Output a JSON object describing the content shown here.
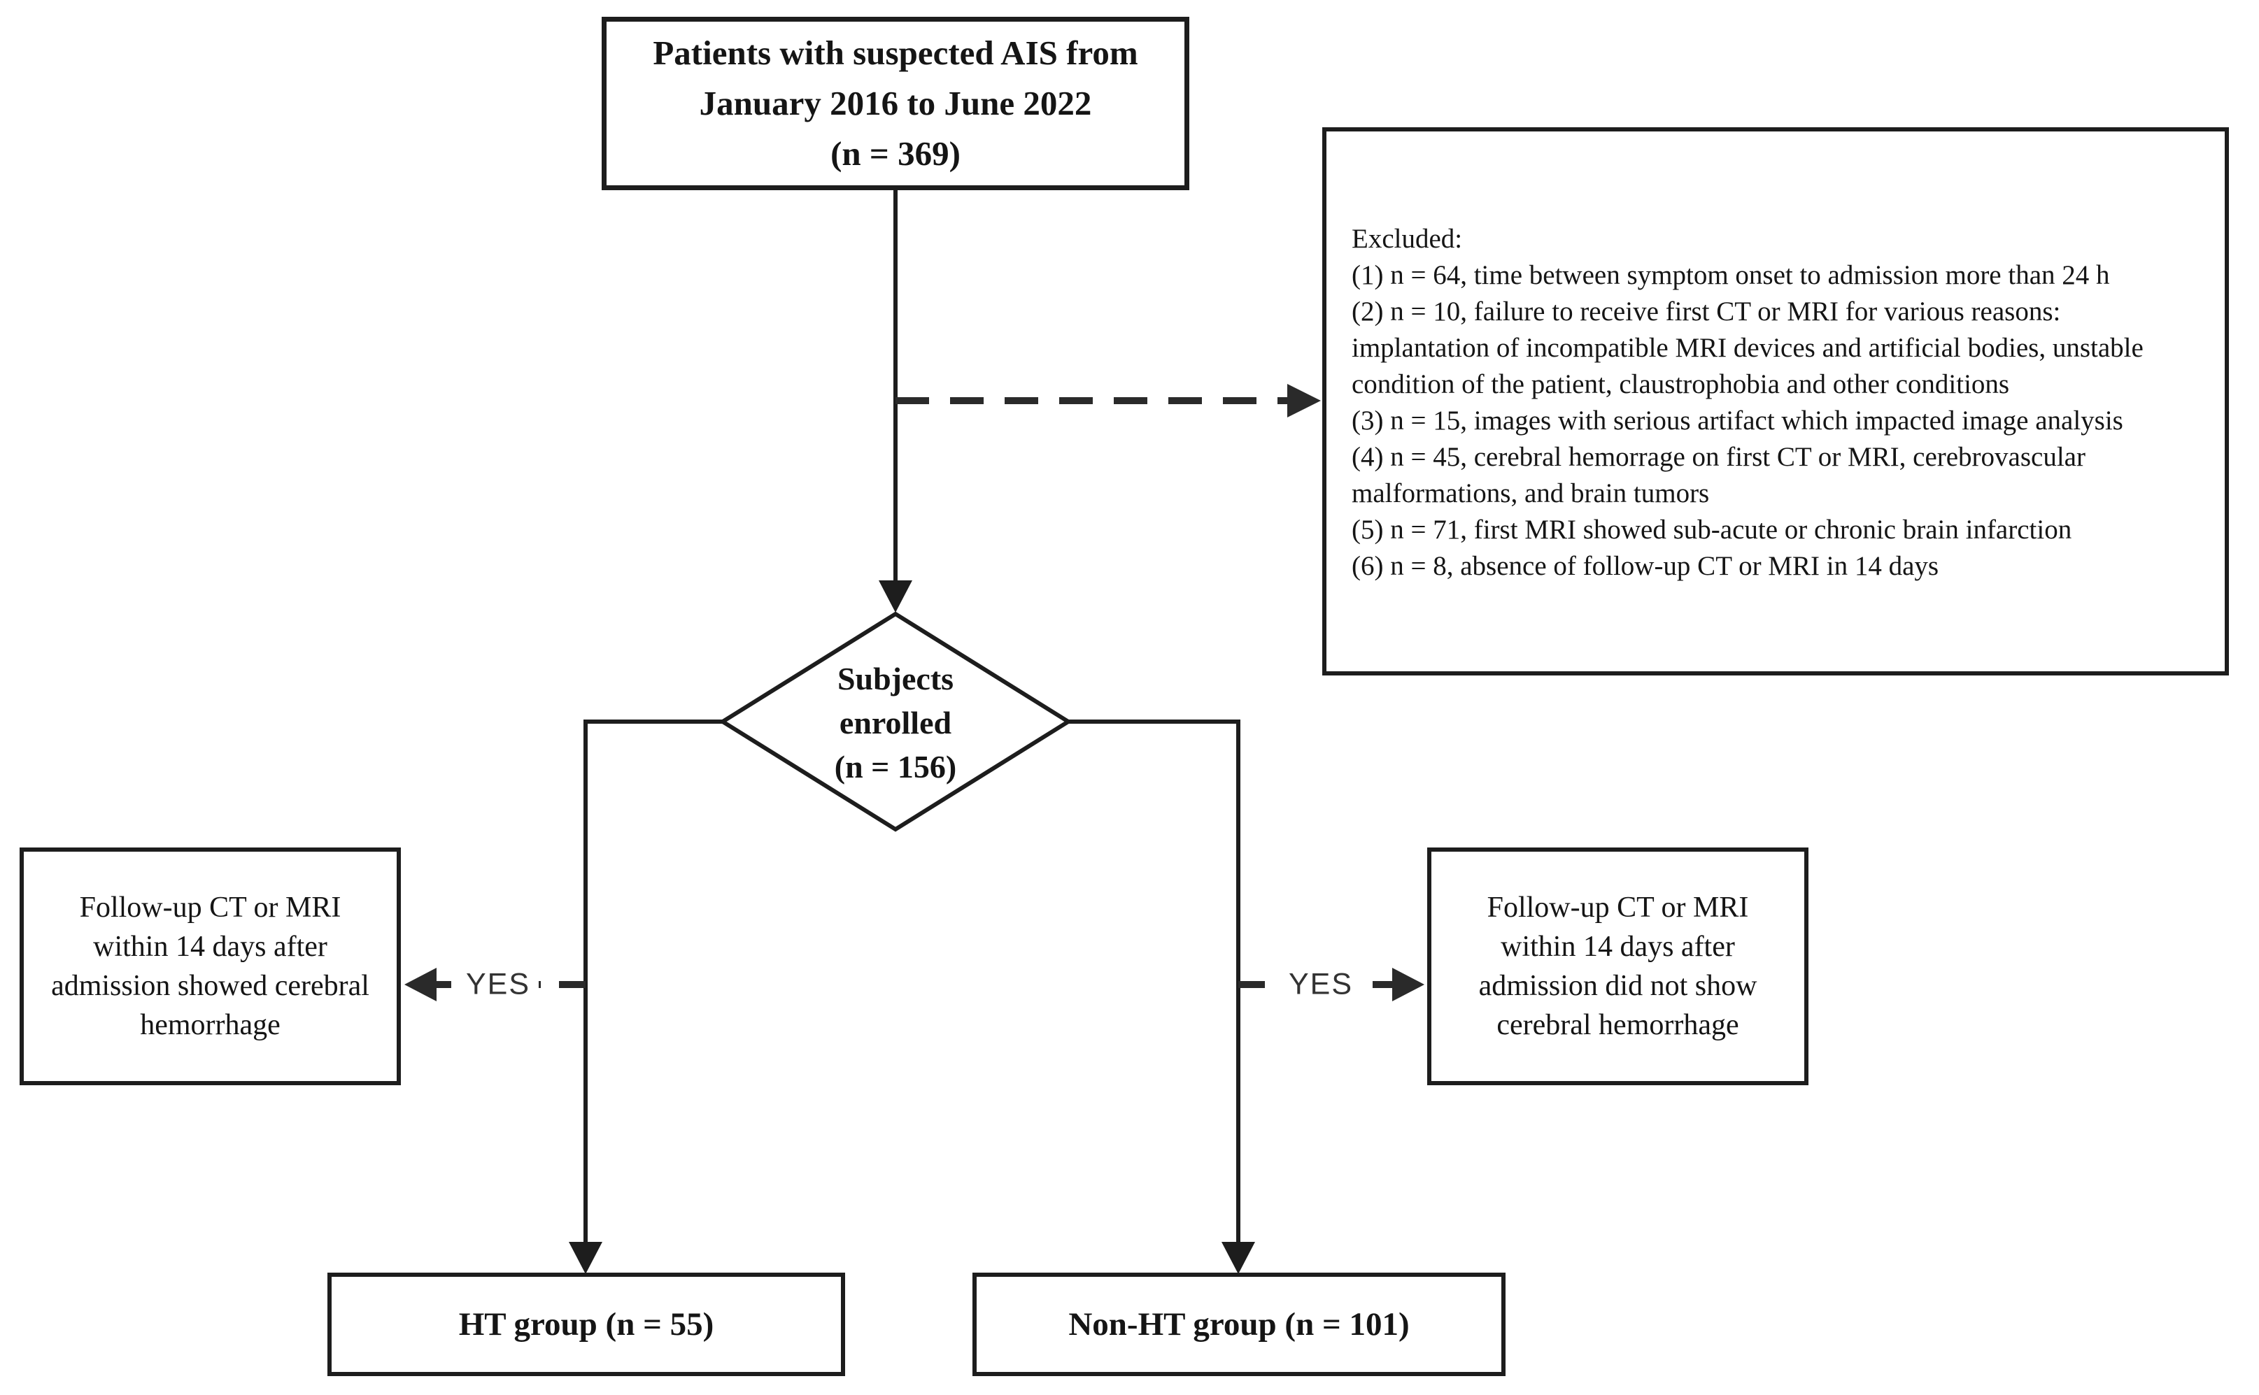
{
  "flowchart": {
    "top_box": {
      "text": "Patients with suspected AIS from\nJanuary 2016 to June 2022\n(n = 369)"
    },
    "excluded_box": {
      "text": "Excluded:\n(1) n = 64, time between symptom onset to admission more than 24 h\n(2) n = 10, failure to receive first CT or MRI for various reasons:\nimplantation of incompatible MRI devices and artificial bodies, unstable\ncondition of the patient, claustrophobia and other conditions\n(3) n = 15, images with serious artifact which impacted image analysis\n(4) n = 45, cerebral hemorrage on first CT or MRI, cerebrovascular\nmalformations, and brain tumors\n(5) n = 71, first MRI showed sub-acute or chronic brain infarction\n(6) n = 8, absence of follow-up CT or MRI in 14 days"
    },
    "decision_diamond": {
      "text": "Subjects\nenrolled\n(n = 156)"
    },
    "left_outcome_box": {
      "text": "Follow-up CT or MRI\nwithin 14 days after\nadmission showed cerebral\nhemorrhage"
    },
    "right_outcome_box": {
      "text": "Follow-up CT or MRI\nwithin 14 days after\nadmission did not show\ncerebral hemorrhage"
    },
    "left_branch_label": "YES",
    "right_branch_label": "YES",
    "ht_group_box": {
      "text": "HT group (n = 55)"
    },
    "non_ht_group_box": {
      "text": "Non-HT group (n = 101)"
    },
    "colors": {
      "line": "#1d1d1d",
      "text": "#151515",
      "background": "#ffffff"
    }
  }
}
